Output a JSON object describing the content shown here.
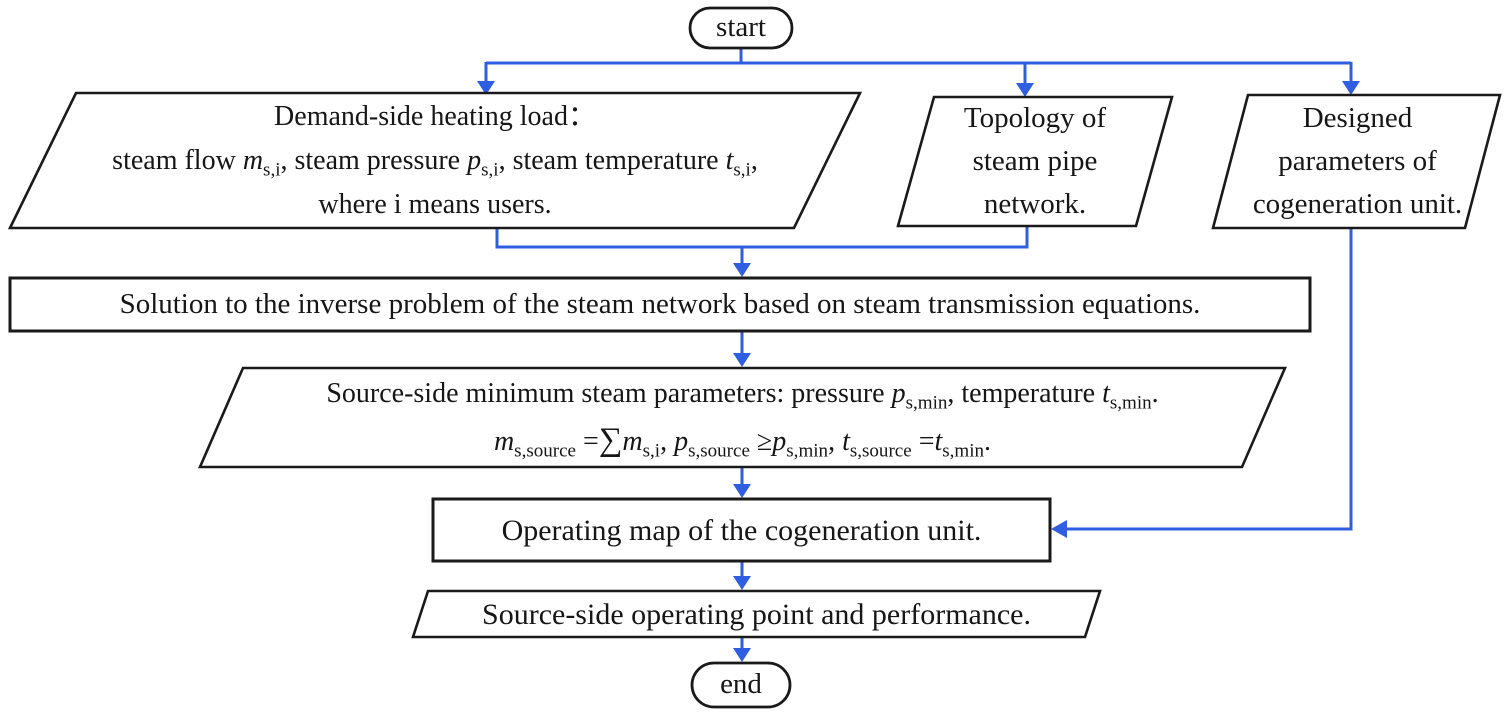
{
  "colors": {
    "arrow_blue": "#2F5FE0",
    "outline_black": "#1A1A1A",
    "background": "#FFFFFF"
  },
  "nodes": {
    "start": {
      "label": "start"
    },
    "demand_load": {
      "line1": [
        {
          "text": "Demand-side heating load："
        }
      ],
      "line2": [
        {
          "text": "steam flow "
        },
        {
          "text": "m",
          "style": "var"
        },
        {
          "text": "s,i",
          "style": "sub"
        },
        {
          "text": ", steam pressure "
        },
        {
          "text": "p",
          "style": "var"
        },
        {
          "text": "s,i",
          "style": "sub"
        },
        {
          "text": ", steam temperature "
        },
        {
          "text": "t",
          "style": "var"
        },
        {
          "text": "s,i",
          "style": "sub"
        },
        {
          "text": ","
        }
      ],
      "line3": [
        {
          "text": "where i means users."
        }
      ]
    },
    "topology": {
      "lines": [
        "Topology of",
        "steam pipe",
        "network."
      ]
    },
    "designed_params": {
      "lines": [
        "Designed",
        "parameters of",
        "cogeneration unit."
      ]
    },
    "inverse_problem": {
      "text": "Solution to the inverse problem of the steam network based on steam transmission equations."
    },
    "source_min": {
      "line1": [
        {
          "text": "Source-side minimum steam parameters: pressure "
        },
        {
          "text": "p",
          "style": "var"
        },
        {
          "text": "s,min",
          "style": "sub"
        },
        {
          "text": ", temperature "
        },
        {
          "text": "t",
          "style": "var"
        },
        {
          "text": "s,min",
          "style": "sub"
        },
        {
          "text": "."
        }
      ],
      "line2": [
        {
          "text": "m",
          "style": "var"
        },
        {
          "text": "s,source",
          "style": "sub"
        },
        {
          "text": " ="
        },
        {
          "text": "∑",
          "style": "sum"
        },
        {
          "text": "m",
          "style": "var"
        },
        {
          "text": "s,i",
          "style": "sub"
        },
        {
          "text": ", "
        },
        {
          "text": "p",
          "style": "var"
        },
        {
          "text": "s,source",
          "style": "sub"
        },
        {
          "text": " ≥"
        },
        {
          "text": "p",
          "style": "var"
        },
        {
          "text": "s,min",
          "style": "sub"
        },
        {
          "text": ", "
        },
        {
          "text": "t",
          "style": "var"
        },
        {
          "text": "s,source",
          "style": "sub"
        },
        {
          "text": " ="
        },
        {
          "text": "t",
          "style": "var"
        },
        {
          "text": "s,min",
          "style": "sub"
        },
        {
          "text": "."
        }
      ]
    },
    "operating_map": {
      "text": "Operating map of the cogeneration unit."
    },
    "operating_point": {
      "text": "Source-side operating point and performance."
    },
    "end": {
      "label": "end"
    }
  },
  "edges": [
    {
      "from": "start",
      "to": "demand_load"
    },
    {
      "from": "start",
      "to": "topology"
    },
    {
      "from": "start",
      "to": "designed_params"
    },
    {
      "from": "demand_load",
      "to": "inverse_problem"
    },
    {
      "from": "topology",
      "to": "inverse_problem"
    },
    {
      "from": "inverse_problem",
      "to": "source_min"
    },
    {
      "from": "source_min",
      "to": "operating_map"
    },
    {
      "from": "designed_params",
      "to": "operating_map"
    },
    {
      "from": "operating_map",
      "to": "operating_point"
    },
    {
      "from": "operating_point",
      "to": "end"
    }
  ]
}
